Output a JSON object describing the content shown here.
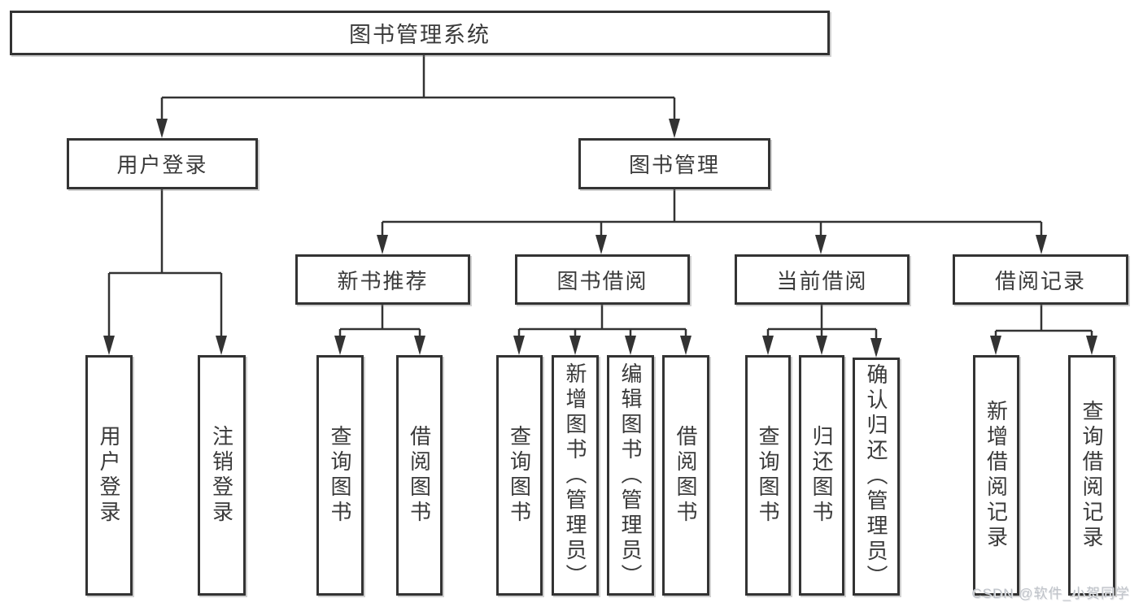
{
  "colors": {
    "line": "#333333",
    "box_border": "#333333",
    "text": "#3a3a3a",
    "watermark": "#bfc3c9",
    "background": "#ffffff"
  },
  "watermark": "CSDN @软件_小贺同学",
  "tree": {
    "root": "图书管理系统",
    "level2": [
      "用户登录",
      "图书管理"
    ],
    "level3": [
      "新书推荐",
      "图书借阅",
      "当前借阅",
      "借阅记录"
    ],
    "leaves": {
      "user_login": [
        "用户登录",
        "注销登录"
      ],
      "new_book_rec": [
        "查询图书",
        "借阅图书"
      ],
      "book_borrow": [
        "查询图书",
        "新增图书（管理员）",
        "编辑图书（管理员）",
        "借阅图书"
      ],
      "current_borrow": [
        "查询图书",
        "归还图书",
        "确认归还（管理员）"
      ],
      "borrow_records": [
        "新增借阅记录",
        "查询借阅记录"
      ]
    }
  }
}
